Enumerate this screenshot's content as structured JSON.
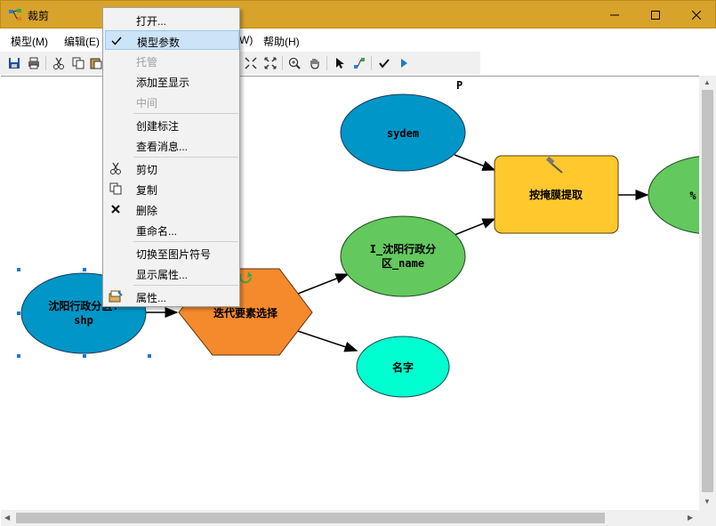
{
  "window": {
    "title": "裁剪"
  },
  "menubar": {
    "items": [
      {
        "label": "模型(M)"
      },
      {
        "label": "编辑(E)"
      },
      {
        "label": "W)"
      },
      {
        "label": "帮助(H)"
      }
    ]
  },
  "context_menu": {
    "items": [
      {
        "label": "打开...",
        "enabled": true
      },
      {
        "label": "模型参数",
        "enabled": true,
        "checked": true,
        "selected": true
      },
      {
        "label": "托管",
        "enabled": false
      },
      {
        "label": "添加至显示",
        "enabled": true
      },
      {
        "label": "中间",
        "enabled": false
      },
      {
        "label": "创建标注",
        "enabled": true
      },
      {
        "label": "查看消息...",
        "enabled": true
      },
      {
        "label": "剪切",
        "enabled": true,
        "icon": "scissors-icon"
      },
      {
        "label": "复制",
        "enabled": true,
        "icon": "copy-icon"
      },
      {
        "label": "删除",
        "enabled": true,
        "icon": "delete-x-icon"
      },
      {
        "label": "重命名...",
        "enabled": true
      },
      {
        "label": "切换至图片符号",
        "enabled": true
      },
      {
        "label": "显示属性...",
        "enabled": true
      },
      {
        "label": "属性...",
        "enabled": true,
        "icon": "properties-icon"
      }
    ]
  },
  "diagram": {
    "parameter_marker": "P",
    "nodes": {
      "input_shp": {
        "label_line1": "沈阳行政分区.",
        "label_line2": "shp",
        "color": "#0096c7"
      },
      "iterate": {
        "label": "迭代要素选择",
        "color": "#f58a2d"
      },
      "sydem": {
        "label": "sydem",
        "color": "#0096c7"
      },
      "i_name": {
        "label_line1": "I_沈阳行政分",
        "label_line2": "区_name",
        "color": "#63c85e"
      },
      "mingzi": {
        "label": "名字",
        "color": "#00ffd0"
      },
      "extract": {
        "label": "按掩膜提取",
        "color": "#ffc82d"
      },
      "output": {
        "label": "%",
        "color": "#63c85e"
      }
    }
  },
  "colors": {
    "titlebar": "#d8a32a",
    "menu_selected": "#cce4f7"
  }
}
